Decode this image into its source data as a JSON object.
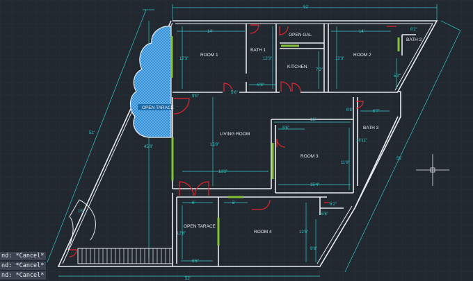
{
  "plan": {
    "rooms": {
      "room1": "ROOM 1",
      "bath1": "BATH 1",
      "open_gal": "OPEN GAL",
      "kitchen": "KITCHEN",
      "room2": "ROOM 2",
      "bath2": "BATH 2",
      "open_tarace_top": "OPEN TARACE",
      "living_room": "LIVING ROOM",
      "room3": "ROOM 3",
      "bath3": "BATH 3",
      "open_tarace_bottom": "OPEN TARACE",
      "room4": "ROOM 4"
    },
    "dimensions": {
      "overall_top": "52'",
      "overall_bottom": "52'",
      "left_slant": "51'",
      "right_slant": "51'",
      "room1_width": "14'",
      "room1_height": "12'3\"",
      "bath1_height": "12'3\"",
      "bath1_width": "6'6\"",
      "room1_door_gap": "5'6\"",
      "room2_width": "14'",
      "room2_height": "12'3\"",
      "bath2_width": "6'2\"",
      "room2_right": "5'3\"",
      "kitchen_height": "7'3\"",
      "living_top": "9'6\"",
      "living_height": "15'6\"",
      "living_width": "18'2\"",
      "left_height": "45'3\"",
      "room3_top": "16'",
      "room3_side": "5'6\"",
      "room3_height": "11'8\"",
      "room3_width": "15'4\"",
      "bath3_height": "16'11\"",
      "bath3_top": "6'7\"",
      "bath3_left": "6'8\"",
      "stair_15": "15'",
      "otarace_width": "6'",
      "otarace_height": "12'6\"",
      "otarace_bottom": "6'6\"",
      "room4_height": "12'6\"",
      "room4_top": "5'",
      "room4_right": "6'2\"",
      "room4_right2": "5'6\"",
      "room4_bottom_right": "9'8\""
    }
  },
  "command_line": {
    "lines": [
      "nd: *Cancel*",
      "nd: *Cancel*",
      "nd: *Cancel*"
    ]
  },
  "colors": {
    "background": "#212830",
    "walls": "#e8ecef",
    "dimensions": "#33c9c9",
    "doors": "#e8232b",
    "windows": "#86c13a",
    "pool": "#2d8fd8"
  }
}
